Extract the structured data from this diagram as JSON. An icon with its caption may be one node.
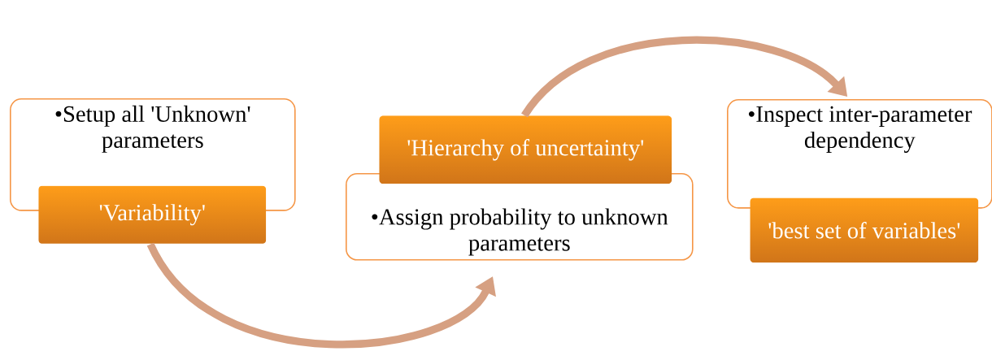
{
  "diagram": {
    "nodes": [
      {
        "text": [
          "•Setup all 'Unknown' parameters"
        ]
      },
      {
        "text": [
          "'Variability'"
        ]
      },
      {
        "text": [
          "'Hierarchy of uncertainty'"
        ]
      },
      {
        "text": [
          "•Assign probability to unknown parameters"
        ]
      },
      {
        "text": [
          "•Inspect inter-parameter dependency"
        ]
      },
      {
        "text": [
          "'best set of variables'"
        ]
      }
    ],
    "edges": [
      {
        "from": 1,
        "to": 3,
        "arrow": "to"
      },
      {
        "from": 2,
        "to": 4,
        "arrow": "to"
      }
    ]
  }
}
